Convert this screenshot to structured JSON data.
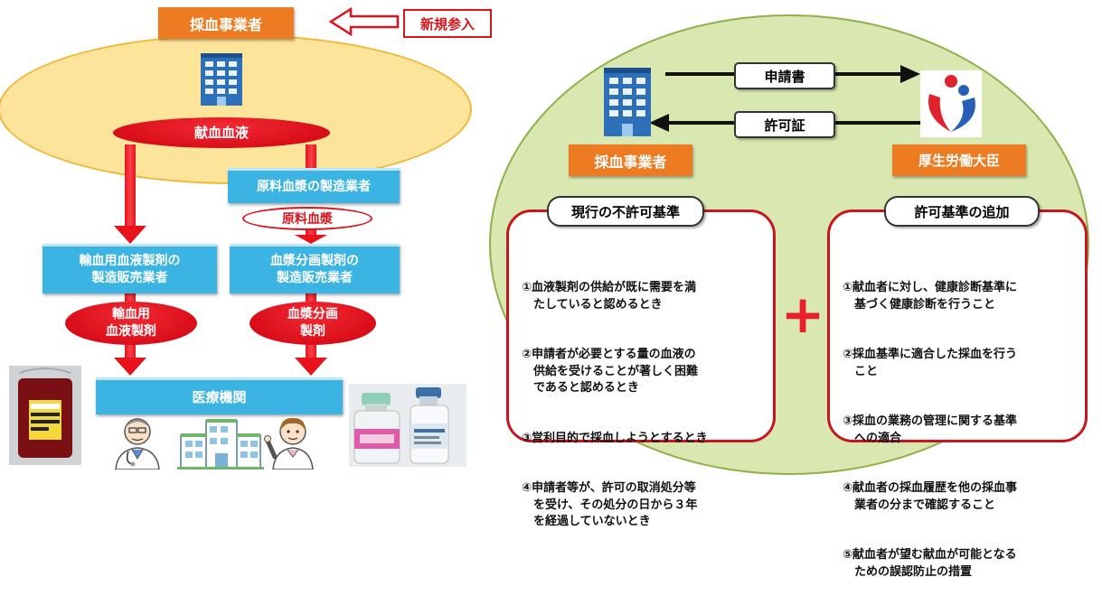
{
  "left": {
    "collector_label": "採血事業者",
    "new_entry_label": "新規参入",
    "donated_blood": "献血血液",
    "plasma_manufacturer": "原料血漿の製造業者",
    "raw_plasma": "原料血漿",
    "transfusion_maker": "輸血用血液製剤の\n製造販売業者",
    "fraction_maker": "血漿分画製剤の\n製造販売業者",
    "transfusion_product": "輸血用\n血液製剤",
    "fraction_product": "血漿分画\n製剤",
    "medical_institution": "医療機関"
  },
  "right": {
    "application": "申請書",
    "permit": "許可証",
    "collector_label": "採血事業者",
    "minister_label": "厚生労働大臣",
    "current_criteria_title": "現行の不許可基準",
    "current_criteria_items": [
      "①血液製剤の供給が既に需要を満\n　たしていると認めるとき",
      "②申請者が必要とする量の血液の\n　供給を受けることが著しく困難\n　であると認めるとき",
      "③営利目的で採血しようとするとき",
      "④申請者等が、許可の取消処分等\n　を受け、その処分の日から３年\n　を経過していないとき"
    ],
    "plus_sign": "+",
    "added_criteria_title": "許可基準の追加",
    "added_criteria_items": [
      "①献血者に対し、健康診断基準に\n　基づく健康診断を行うこと",
      "②採血基準に適合した採血を行う\n　こと",
      "③採血の業務の管理に関する基準\n　への適合",
      "④献血者の採血履歴を他の採血事\n　業者の分まで確認すること",
      "⑤献血者が望む献血が可能となる\n　ための誤認防止の措置"
    ]
  },
  "colors": {
    "orange": "#ec7b22",
    "blue": "#3bb3e3",
    "red": "#d9141c",
    "green_fill": "#d9e8b0",
    "yellow_fill": "#fde49b"
  }
}
